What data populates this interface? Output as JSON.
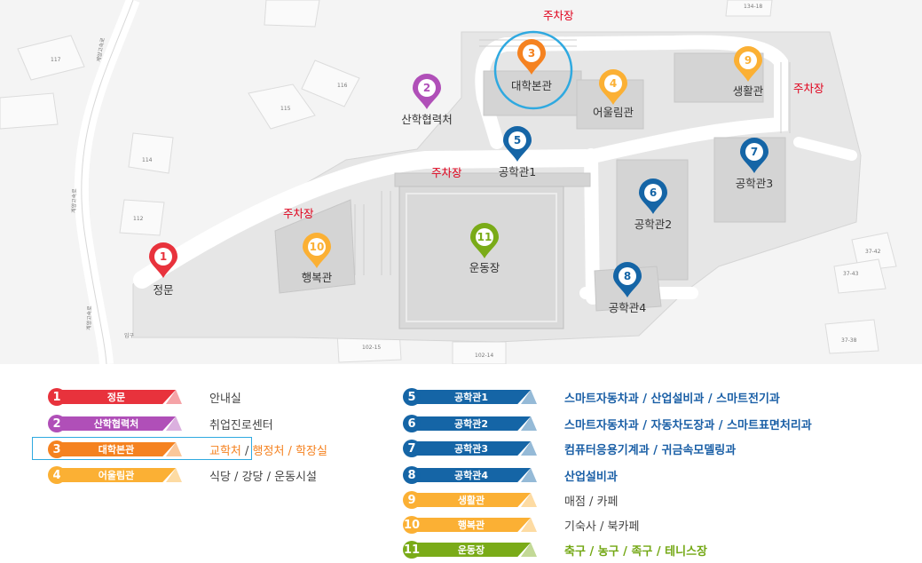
{
  "map": {
    "parking_label": "주차장",
    "buildings": [
      {
        "num": "1",
        "name": "정문",
        "color": "#e8323c"
      },
      {
        "num": "2",
        "name": "산학협력처",
        "color": "#b04fb8"
      },
      {
        "num": "3",
        "name": "대학본관",
        "color": "#f58220"
      },
      {
        "num": "4",
        "name": "어울림관",
        "color": "#fbb034"
      },
      {
        "num": "5",
        "name": "공학관1",
        "color": "#1565a6"
      },
      {
        "num": "6",
        "name": "공학관2",
        "color": "#1565a6"
      },
      {
        "num": "7",
        "name": "공학관3",
        "color": "#1565a6"
      },
      {
        "num": "8",
        "name": "공학관4",
        "color": "#1565a6"
      },
      {
        "num": "9",
        "name": "생활관",
        "color": "#fbb034"
      },
      {
        "num": "10",
        "name": "행복관",
        "color": "#fbb034"
      },
      {
        "num": "11",
        "name": "운동장",
        "color": "#7aab18"
      }
    ],
    "lot_numbers": [
      "117",
      "116",
      "115",
      "114",
      "112",
      "134-18",
      "37-42",
      "37-43",
      "37-38",
      "102-15",
      "102-14",
      "입구",
      "계양고속로"
    ]
  },
  "legend": {
    "items": [
      {
        "num": "1",
        "name": "정문",
        "desc": "안내실",
        "color": "#e8323c"
      },
      {
        "num": "2",
        "name": "산학협력처",
        "desc": "취업진로센터",
        "color": "#b04fb8"
      },
      {
        "num": "3",
        "name": "대학본관",
        "desc_parts": [
          "교학처",
          " / ",
          "행정처 / 학장실"
        ],
        "color": "#f58220"
      },
      {
        "num": "4",
        "name": "어울림관",
        "desc": "식당 / 강당 / 운동시설",
        "color": "#fbb034"
      },
      {
        "num": "5",
        "name": "공학관1",
        "desc": "스마트자동차과 / 산업설비과 / 스마트전기과",
        "color": "#1565a6"
      },
      {
        "num": "6",
        "name": "공학관2",
        "desc": "스마트자동차과 / 자동차도장과 / 스마트표면처리과",
        "color": "#1565a6"
      },
      {
        "num": "7",
        "name": "공학관3",
        "desc": "컴퓨터응용기계과 / 귀금속모델링과",
        "color": "#1565a6"
      },
      {
        "num": "8",
        "name": "공학관4",
        "desc": "산업설비과",
        "color": "#1565a6"
      },
      {
        "num": "9",
        "name": "생활관",
        "desc": "매점 / 카페",
        "color": "#fbb034"
      },
      {
        "num": "10",
        "name": "행복관",
        "desc": "기숙사 / 북카페",
        "color": "#fbb034"
      },
      {
        "num": "11",
        "name": "운동장",
        "desc": "축구 / 농구 / 족구 / 테니스장",
        "color": "#7aab18"
      }
    ]
  }
}
